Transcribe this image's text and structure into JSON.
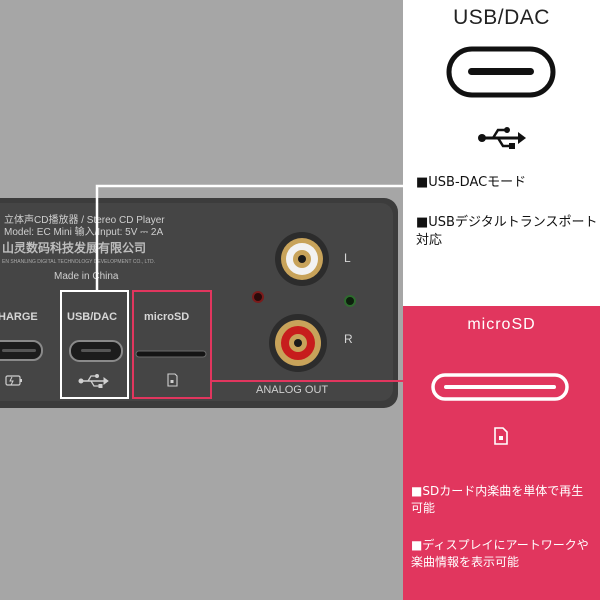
{
  "device": {
    "front_line1": "立体声CD播放器 / Stereo CD Player",
    "front_line2": "Model: EC Mini   输入/Input: 5V ⎓ 2A",
    "brand_cn": "山灵数码科技发展有限公司",
    "brand_en": "EN SHANLING DIGITAL TECHNOLOGY DEVELOPMENT CO., LTD.",
    "made_in": "Made in China",
    "charge_label": "HARGE",
    "usb_dac_label": "USB/DAC",
    "microsd_label": "microSD",
    "channel_left": "L",
    "channel_right": "R",
    "analog_out": "ANALOG OUT"
  },
  "usb_panel": {
    "title": "USB/DAC",
    "feature1": "■USB-DACモード",
    "feature2": "■USBデジタルトランスポート対応"
  },
  "sd_panel": {
    "title": "microSD",
    "feature1": "■SDカード内楽曲を単体で再生可能",
    "feature2": "■ディスプレイにアートワークや楽曲情報を表示可能"
  },
  "colors": {
    "accent_pink": "#e1365e",
    "highlight_white": "#ffffff",
    "device_body": "#3f3f3f"
  }
}
